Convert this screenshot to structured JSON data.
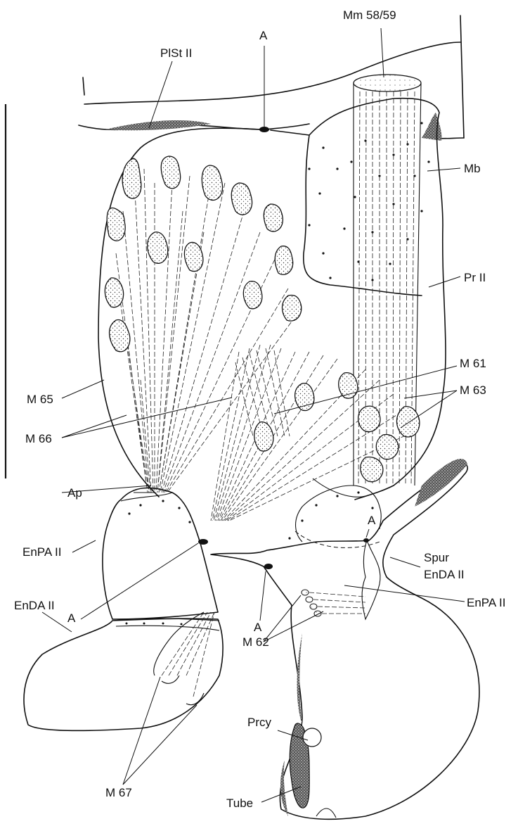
{
  "labels": {
    "mm5859": "Mm 58/59",
    "a_top": "A",
    "plst": "PlSt II",
    "mb": "Mb",
    "pr": "Pr II",
    "m61": "M 61",
    "m63": "M 63",
    "m65": "M 65",
    "m66": "M 66",
    "ap": "Ap",
    "a_right": "A",
    "spur": "Spur",
    "enda_right": "EnDA II",
    "enpa_left": "EnPA II",
    "a_left": "A",
    "a_mid": "A",
    "m62": "M 62",
    "enpa_right": "EnPA II",
    "enda_left": "EnDA II",
    "prcy": "Prcy",
    "m67": "M 67",
    "tube": "Tube"
  }
}
